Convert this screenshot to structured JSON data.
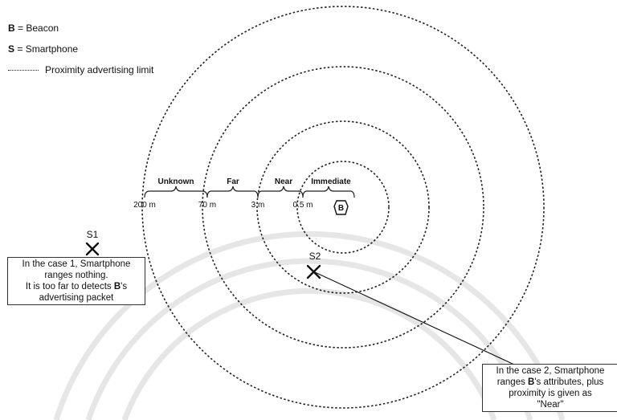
{
  "legend": {
    "beacon_key": "B",
    "beacon_label": "= Beacon",
    "smartphone_key": "S",
    "smartphone_label": "= Smartphone",
    "limit_label": "Proximity advertising limit"
  },
  "zones": {
    "unknown": "Unknown",
    "far": "Far",
    "near": "Near",
    "immediate": "Immediate"
  },
  "distances": {
    "d200": "200 m",
    "d70": "70 m",
    "d3": "3 m",
    "d05": "0.5 m"
  },
  "beacon_symbol": "B",
  "s1_label": "S1",
  "s2_label": "S2",
  "case1": {
    "line1": "In the case 1, Smartphone",
    "line2": "ranges nothing.",
    "line3a": "It is too far to detects ",
    "line3b": "B",
    "line3c": "'s",
    "line4": "advertising packet"
  },
  "case2": {
    "line1": "In the case 2, Smartphone",
    "line2a": "ranges ",
    "line2b": "B",
    "line2c": "'s attributes, plus",
    "line3": "proximity is given as",
    "line4": "\"Near\""
  },
  "colors": {
    "ink": "#111111",
    "watermark": "#e6e6e6"
  }
}
